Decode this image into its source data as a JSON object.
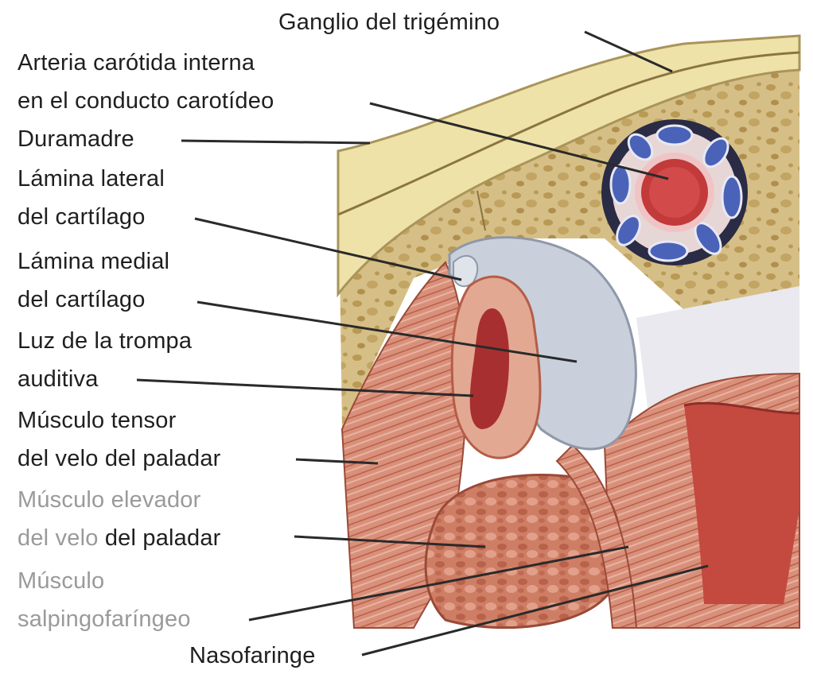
{
  "labels": {
    "ganglio": "Ganglio del trigémino",
    "arteria_1": "Arteria carótida interna",
    "arteria_2": "en el conducto carotídeo",
    "duramadre": "Duramadre",
    "lamina_lateral_1": "Lámina lateral",
    "lamina_lateral_2": "del cartílago",
    "lamina_medial_1": "Lámina medial",
    "lamina_medial_2": "del cartílago",
    "luz_1": "Luz de la trompa",
    "luz_2": "auditiva",
    "tensor_1": "Músculo tensor",
    "tensor_2": "del velo del paladar",
    "elevador_1": "Músculo elevador",
    "elevador_2a": "del velo",
    "elevador_2b": " del paladar",
    "salpingo_1": "Músculo",
    "salpingo_2": "salpingofaríngeo",
    "nasofaringe": "Nasofaringe"
  },
  "colors": {
    "bone": "#d8c28a",
    "bone_spots": "#b89a55",
    "ganglion": "#efe2a8",
    "cartilage": "#c9d0dc",
    "muscle": "#c9765f",
    "muscle_light": "#e2a892",
    "mucosa": "#b8413a",
    "vein": "#4a63b8",
    "artery": "#c23a3a",
    "leader": "#2a2a2a"
  }
}
